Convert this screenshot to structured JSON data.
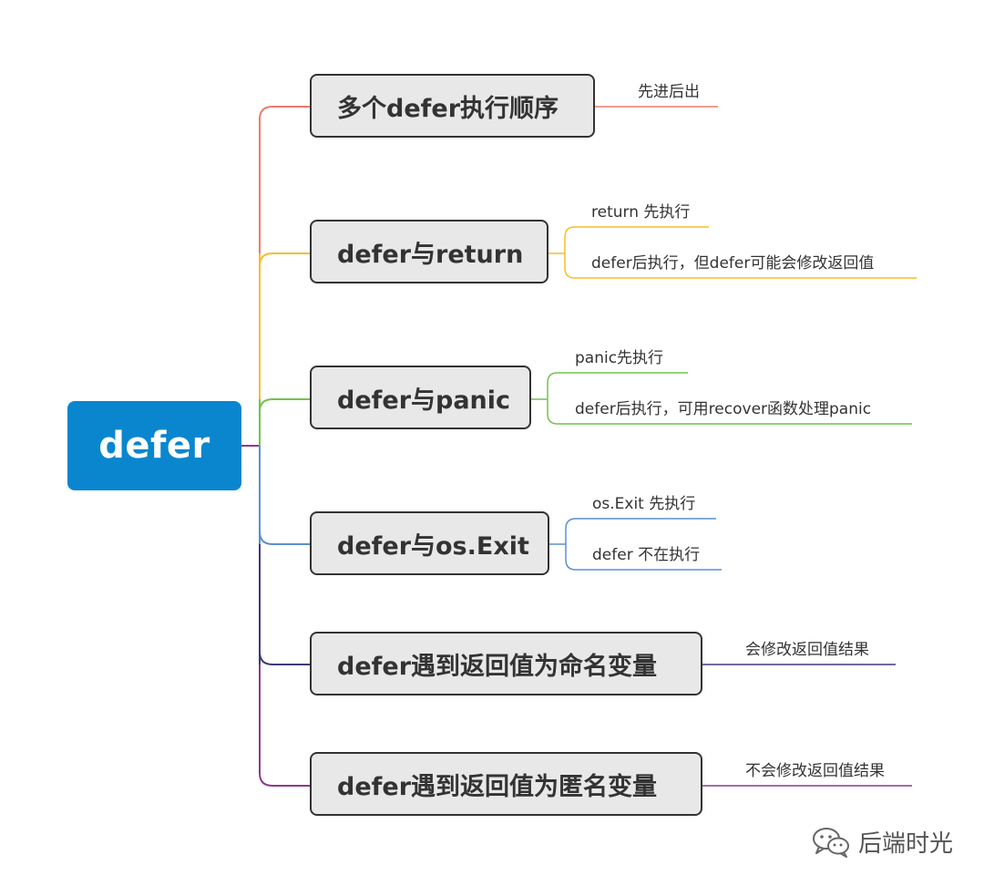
{
  "root": {
    "label": "defer"
  },
  "branches": [
    {
      "label": "多个defer执行顺序",
      "color": "#ec7a6c",
      "children": [
        "先进后出"
      ]
    },
    {
      "label": "defer与return",
      "color": "#f3be2c",
      "children": [
        "return 先执行",
        "defer后执行，但defer可能会修改返回值"
      ]
    },
    {
      "label": "defer与panic",
      "color": "#72c24f",
      "children": [
        "panic先执行",
        "defer后执行，可用recover函数处理panic"
      ]
    },
    {
      "label": "defer与os.Exit",
      "color": "#5b8fd1",
      "children": [
        "os.Exit 先执行",
        "defer 不在执行"
      ]
    },
    {
      "label": "defer遇到返回值为命名变量",
      "color": "#3e3a7a",
      "children": [
        "会修改返回值结果"
      ]
    },
    {
      "label": "defer遇到返回值为匿名变量",
      "color": "#8c3a8c",
      "children": [
        "不会修改返回值结果"
      ]
    }
  ],
  "watermark": {
    "text": "后端时光",
    "icon": "wechat-icon"
  }
}
